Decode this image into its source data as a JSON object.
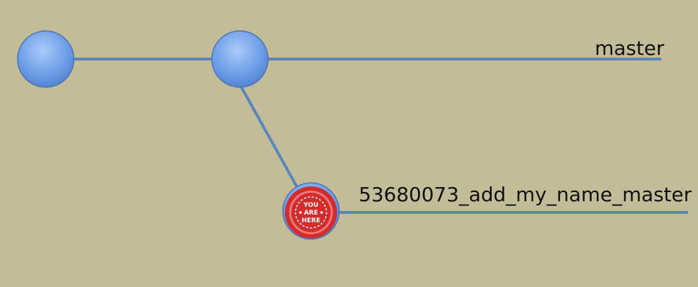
{
  "branches": {
    "master": {
      "label": "master"
    },
    "feature": {
      "label": "53680073_add_my_name_master"
    }
  },
  "marker": {
    "line1": "YOU",
    "line2": "ARE",
    "line3": "HERE",
    "icon": "you-are-here-badge"
  },
  "colors": {
    "background": "#c3bc99",
    "line": "#5a86b8",
    "node": "#6fa0e6",
    "badge": "#d42b2b"
  }
}
